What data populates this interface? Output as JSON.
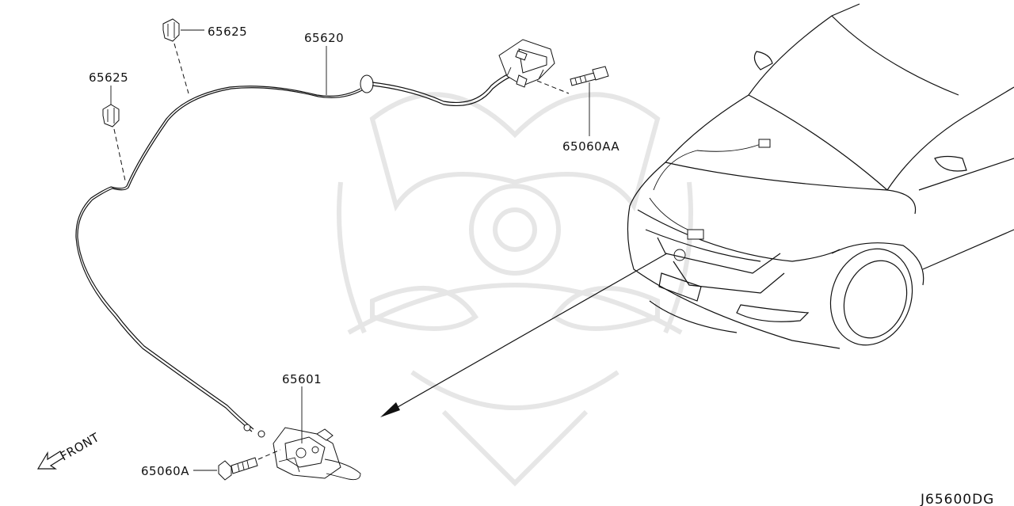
{
  "labels": {
    "clip_top": "65625",
    "clip_left": "65625",
    "cable": "65620",
    "bolt_top": "65060AA",
    "lock": "65601",
    "bolt_bottom": "65060A",
    "front": "FRONT"
  },
  "diagram_code": "J65600DG",
  "colors": {
    "line": "#111111",
    "watermark": "#e6e6e6"
  }
}
